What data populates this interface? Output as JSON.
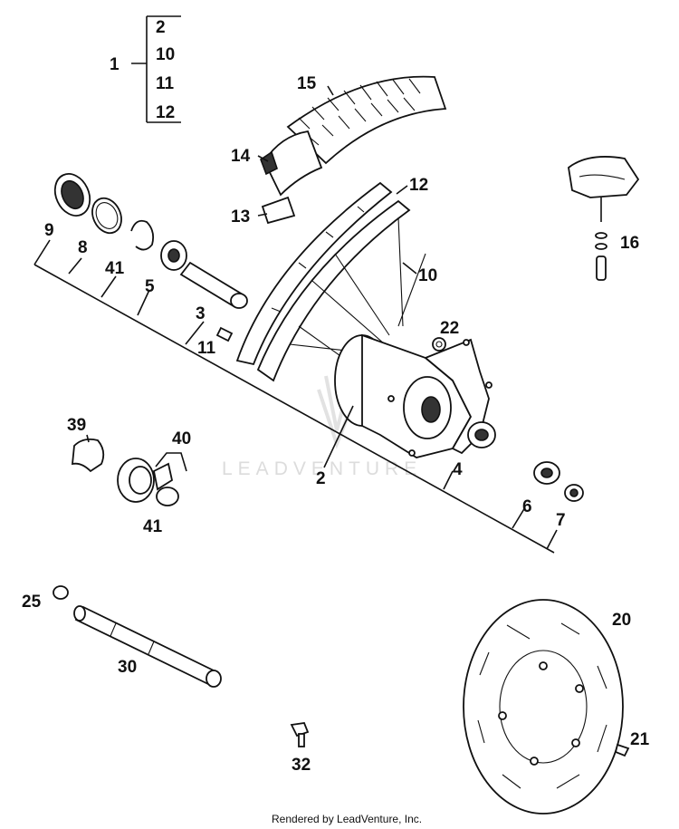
{
  "kit_group": {
    "parent_label": "1",
    "items": [
      "2",
      "10",
      "11",
      "12"
    ]
  },
  "callouts": {
    "c15": "15",
    "c14": "14",
    "c13": "13",
    "c12": "12",
    "c10": "10",
    "c16": "16",
    "c22": "22",
    "c9": "9",
    "c8": "8",
    "c41a": "41",
    "c5": "5",
    "c3": "3",
    "c11": "11",
    "c2": "2",
    "c4": "4",
    "c39": "39",
    "c40": "40",
    "c41b": "41",
    "c6": "6",
    "c7": "7",
    "c25": "25",
    "c30": "30",
    "c20": "20",
    "c32": "32",
    "c21": "21"
  },
  "watermark": "LEADVENTURE",
  "footer": "Rendered by LeadVenture, Inc."
}
